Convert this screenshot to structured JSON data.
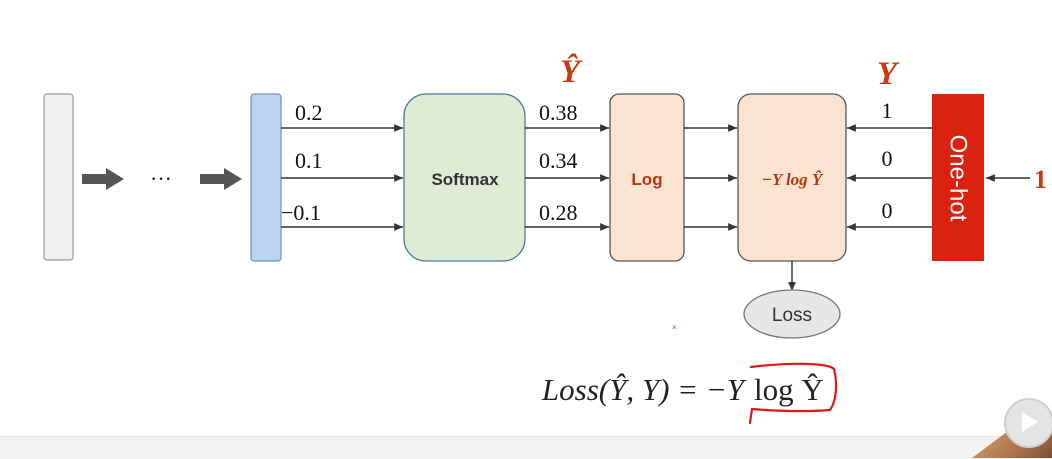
{
  "inputs": {
    "logits": [
      "0.2",
      "0.1",
      "−0.1"
    ],
    "probabilities": [
      "0.38",
      "0.34",
      "0.28"
    ],
    "targets": [
      "1",
      "0",
      "0"
    ]
  },
  "symbols": {
    "y_hat": "Ŷ",
    "y": "Y",
    "ellipsis": "···",
    "class_index": "1"
  },
  "nodes": {
    "softmax": "Softmax",
    "log": "Log",
    "neg_y_log_yhat": "−Y log Ŷ",
    "one_hot": "One-hot",
    "loss": "Loss"
  },
  "formula": {
    "lhs": "Loss(Ŷ, Y) = −Y",
    "highlighted": "log Ŷ"
  },
  "colors": {
    "input_layer": "#f0f0f0",
    "logit_layer": "#bcd4ef",
    "softmax": "#deecd6",
    "log": "#fbe3d1",
    "neg_y_log_yhat": "#fbe3d1",
    "one_hot": "#d9220f",
    "loss": "#e6e6e6",
    "accent_red": "#c53d10",
    "highlight_red": "#e01818",
    "arrow": "#333333"
  }
}
